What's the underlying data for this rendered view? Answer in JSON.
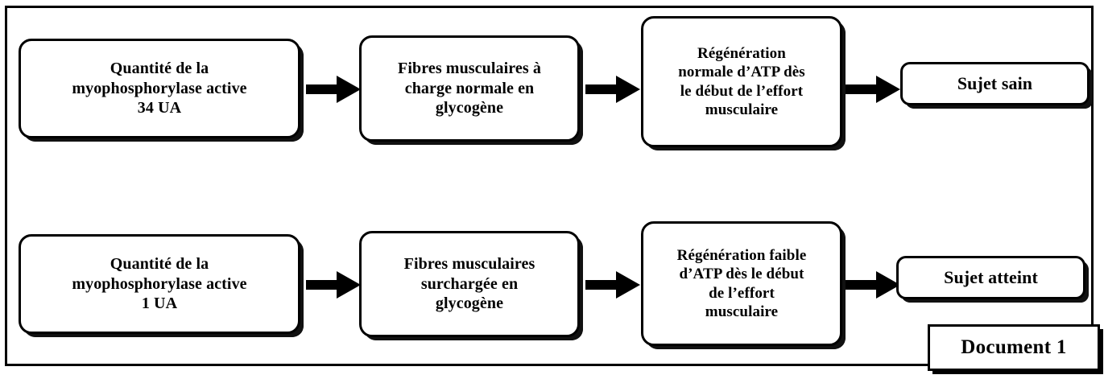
{
  "document": {
    "label": "Document 1",
    "title_visible": "Document 1"
  },
  "diagram": {
    "type": "flowchart",
    "orientation": "left-to-right",
    "rows": [
      {
        "id": "healthy-pathway",
        "nodes": [
          {
            "id": "top-quantity",
            "text": "Quantité de la\nmyophosphorylase active\n34 UA",
            "shape": "rounded-rectangle"
          },
          {
            "id": "top-fibres",
            "text": "Fibres musculaires à\ncharge normale en\nglycogène",
            "shape": "rounded-rectangle"
          },
          {
            "id": "top-regeneration",
            "text": "Régénération\nnormale d’ATP dès\nle début de l’effort\nmusculaire",
            "shape": "rounded-rectangle"
          },
          {
            "id": "top-outcome",
            "text": "Sujet sain",
            "shape": "rounded-rectangle-terminal"
          }
        ],
        "connectors": [
          "arrow-right",
          "arrow-right",
          "arrow-right"
        ]
      },
      {
        "id": "affected-pathway",
        "nodes": [
          {
            "id": "bottom-quantity",
            "text": "Quantité de la\nmyophosphorylase active\n1 UA",
            "shape": "rounded-rectangle"
          },
          {
            "id": "bottom-fibres",
            "text": "Fibres musculaires\nsurchargée en\nglycogène",
            "shape": "rounded-rectangle"
          },
          {
            "id": "bottom-regeneration",
            "text": "Régénération faible\nd’ATP dès le début\nde l’effort\nmusculaire",
            "shape": "rounded-rectangle"
          },
          {
            "id": "bottom-outcome",
            "text": "Sujet atteint",
            "shape": "rounded-rectangle-terminal"
          }
        ],
        "connectors": [
          "arrow-right",
          "arrow-right",
          "arrow-right"
        ]
      }
    ]
  },
  "colors": {
    "ink": "#000000",
    "paper": "#ffffff"
  }
}
